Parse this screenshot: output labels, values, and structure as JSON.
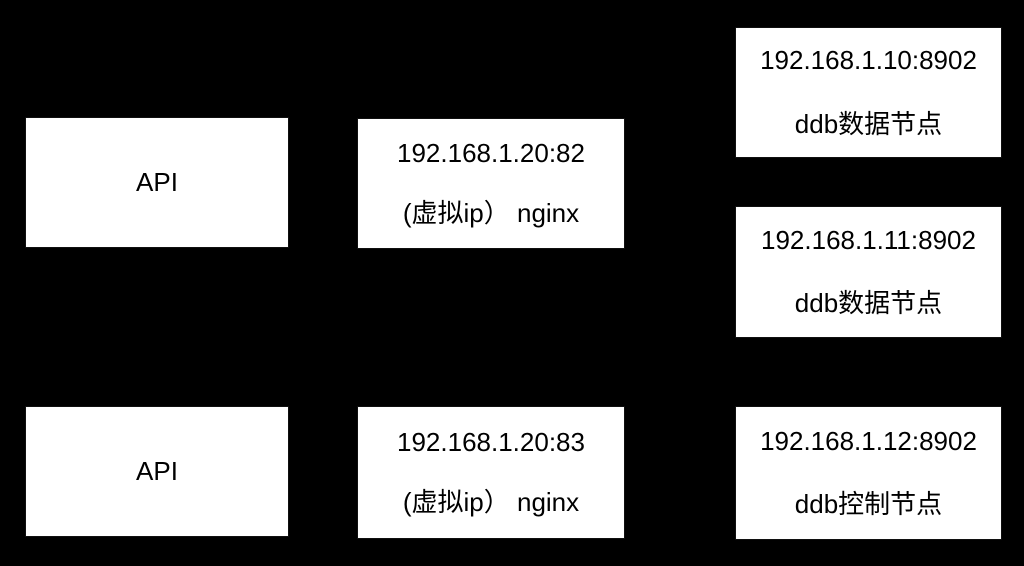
{
  "diagram": {
    "colors": {
      "background": "#000000",
      "node_fill": "#ffffff",
      "node_text": "#000000"
    },
    "nodes": {
      "api_top": {
        "line1": "API"
      },
      "nginx_top": {
        "line1": "192.168.1.20:82",
        "line2": "(虚拟ip） nginx"
      },
      "ddb_data_1": {
        "line1": "192.168.1.10:8902",
        "line2": "ddb数据节点"
      },
      "ddb_data_2": {
        "line1": "192.168.1.11:8902",
        "line2": "ddb数据节点"
      },
      "api_bottom": {
        "line1": "API"
      },
      "nginx_bottom": {
        "line1": "192.168.1.20:83",
        "line2": "(虚拟ip） nginx"
      },
      "ddb_control": {
        "line1": "192.168.1.12:8902",
        "line2": "ddb控制节点"
      }
    }
  }
}
